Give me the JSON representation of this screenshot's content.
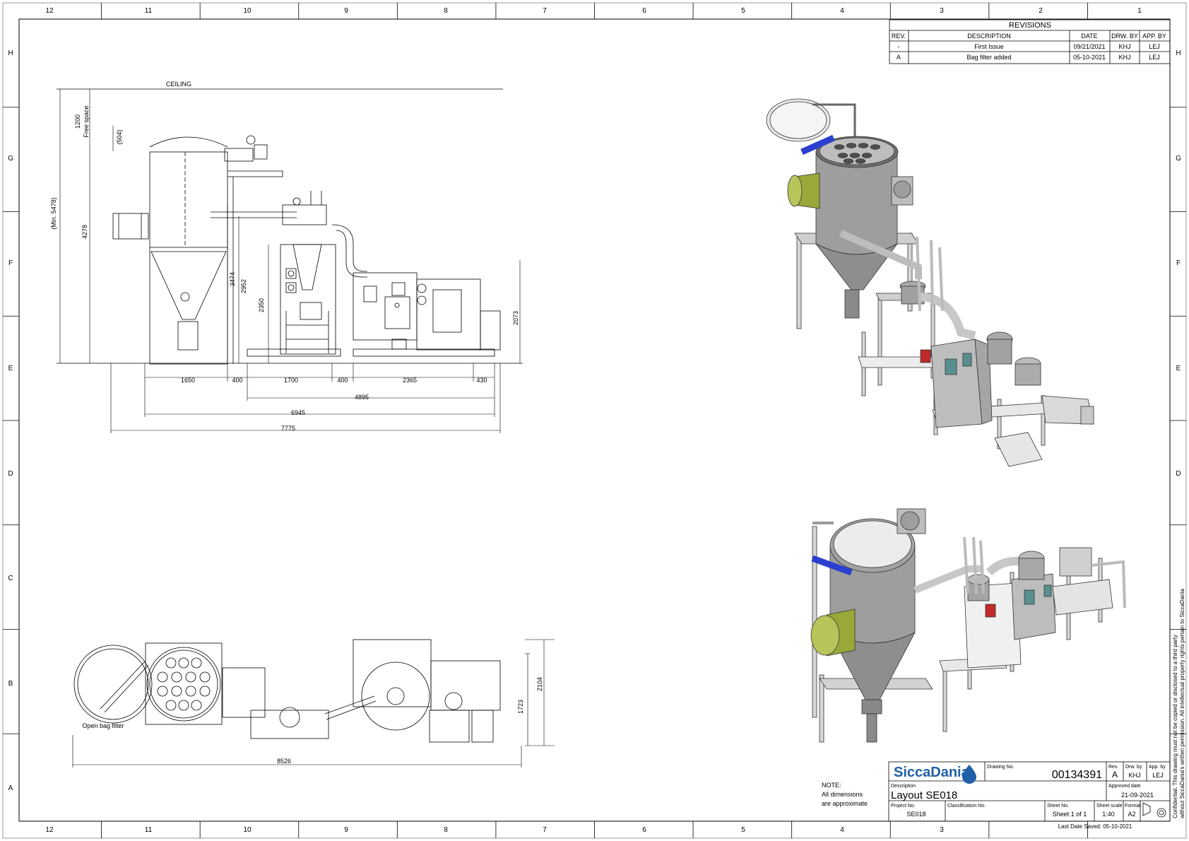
{
  "border": {
    "columns": [
      "12",
      "11",
      "10",
      "9",
      "8",
      "7",
      "6",
      "5",
      "4",
      "3",
      "2",
      "1"
    ],
    "rows": [
      "H",
      "G",
      "F",
      "E",
      "D",
      "C",
      "B",
      "A"
    ]
  },
  "revisions": {
    "title": "REVISIONS",
    "headers": [
      "REV.",
      "DESCRIPTION",
      "DATE",
      "DRW. BY",
      "APP. BY"
    ],
    "rows": [
      [
        "-",
        "First Issue",
        "09/21/2021",
        "KHJ",
        "LEJ"
      ],
      [
        "A",
        "Bag filter added",
        "05-10-2021",
        "KHJ",
        "LEJ"
      ]
    ]
  },
  "elevation_view": {
    "ceiling_label": "CEILING",
    "free_space_label": "Free space",
    "vertical_dims": {
      "free_space": "1200",
      "top_offset": "(504)",
      "min_height": "(Min. 5478)",
      "height_main": "4278",
      "h1": "3474",
      "h2": "2952",
      "h3": "2350",
      "h4": "2073"
    },
    "horizontal_dims": {
      "d1": "1650",
      "d2": "400",
      "d3": "1700",
      "d4": "400",
      "d5": "2365",
      "d6": "430",
      "total_1": "4895",
      "total_2": "6945",
      "total_3": "7775"
    }
  },
  "plan_view": {
    "label": "Open bag filter",
    "width_dim": "8526",
    "depth_dims": [
      "1723",
      "2104"
    ]
  },
  "note": {
    "title": "NOTE:",
    "line1": "All dimensions",
    "line2": "are approximate"
  },
  "title_block": {
    "company": "SiccaDania",
    "drawing_no_label": "Drawing No.",
    "drawing_no": "00134391",
    "rev_label": "Rev.",
    "rev": "A",
    "drw_by_label": "Drw. by",
    "drw_by": "KHJ",
    "app_by_label": "App. by",
    "app_by": "LEJ",
    "description_label": "Description",
    "description": "Layout SE018",
    "approved_label": "Approved date",
    "approved_date": "21-09-2021",
    "project_label": "Project No.",
    "project_no": "SE018",
    "classification_label": "Classification No.",
    "sheet_label": "Sheet No.",
    "sheet": "Sheet 1 of 1",
    "scale_label": "Sheet scale",
    "scale": "1:40",
    "format_label": "Format",
    "format": "A2",
    "last_saved": "Last Date Saved: 05-10-2021"
  },
  "confidential": {
    "line1": "Confidential. This drawing must not be copied or disclosed to a third party",
    "line2": "without SiccaDania's written permission. All intellectual property rights pertain to SiccaDania"
  },
  "colors": {
    "line": "#000000",
    "metal": "#b9b9b9",
    "metal_dark": "#8c8c8c",
    "blue_pipe": "#2b3fd0",
    "green_filter": "#9aa83a",
    "panel_green": "#4a8a8a",
    "red_valve": "#c02a2a",
    "logo_blue": "#1f5fa8"
  }
}
